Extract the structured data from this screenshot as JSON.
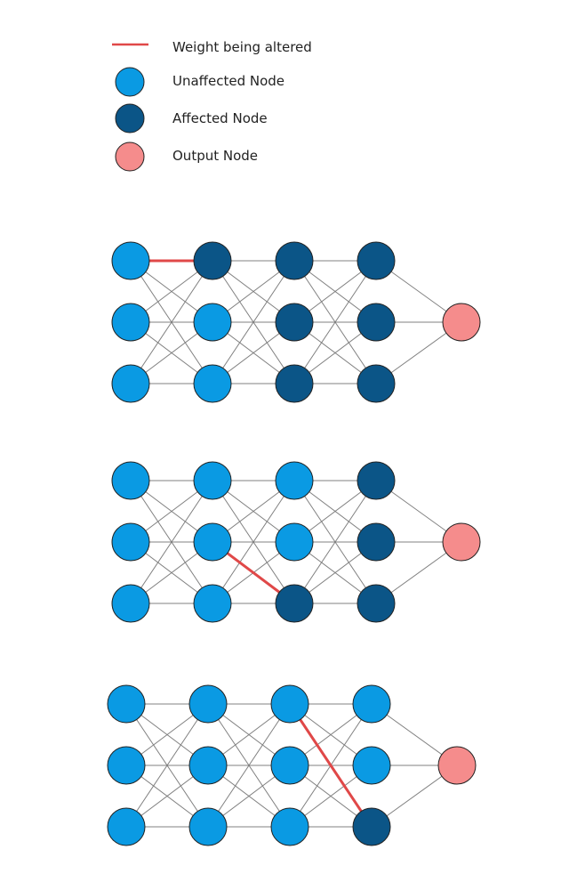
{
  "legend": {
    "weight_label": "Weight being altered",
    "unaffected_label": "Unaffected Node",
    "affected_label": "Affected Node",
    "output_label": "Output Node"
  },
  "colors": {
    "unaffected": "#0a9ae3",
    "affected": "#0b5587",
    "output": "#f58c8c",
    "highlight": "#e04848",
    "edge": "#808080",
    "outline": "#222222"
  },
  "networks": [
    {
      "altered_weight": {
        "from": [
          0,
          0
        ],
        "to": [
          1,
          0
        ]
      },
      "affected": [
        [
          1,
          0
        ],
        [
          2,
          0
        ],
        [
          2,
          1
        ],
        [
          2,
          2
        ],
        [
          3,
          0
        ],
        [
          3,
          1
        ],
        [
          3,
          2
        ]
      ]
    },
    {
      "altered_weight": {
        "from": [
          1,
          1
        ],
        "to": [
          2,
          2
        ]
      },
      "affected": [
        [
          2,
          2
        ],
        [
          3,
          0
        ],
        [
          3,
          1
        ],
        [
          3,
          2
        ]
      ]
    },
    {
      "altered_weight": {
        "from": [
          2,
          0
        ],
        "to": [
          3,
          2
        ]
      },
      "affected": [
        [
          3,
          2
        ]
      ]
    }
  ]
}
